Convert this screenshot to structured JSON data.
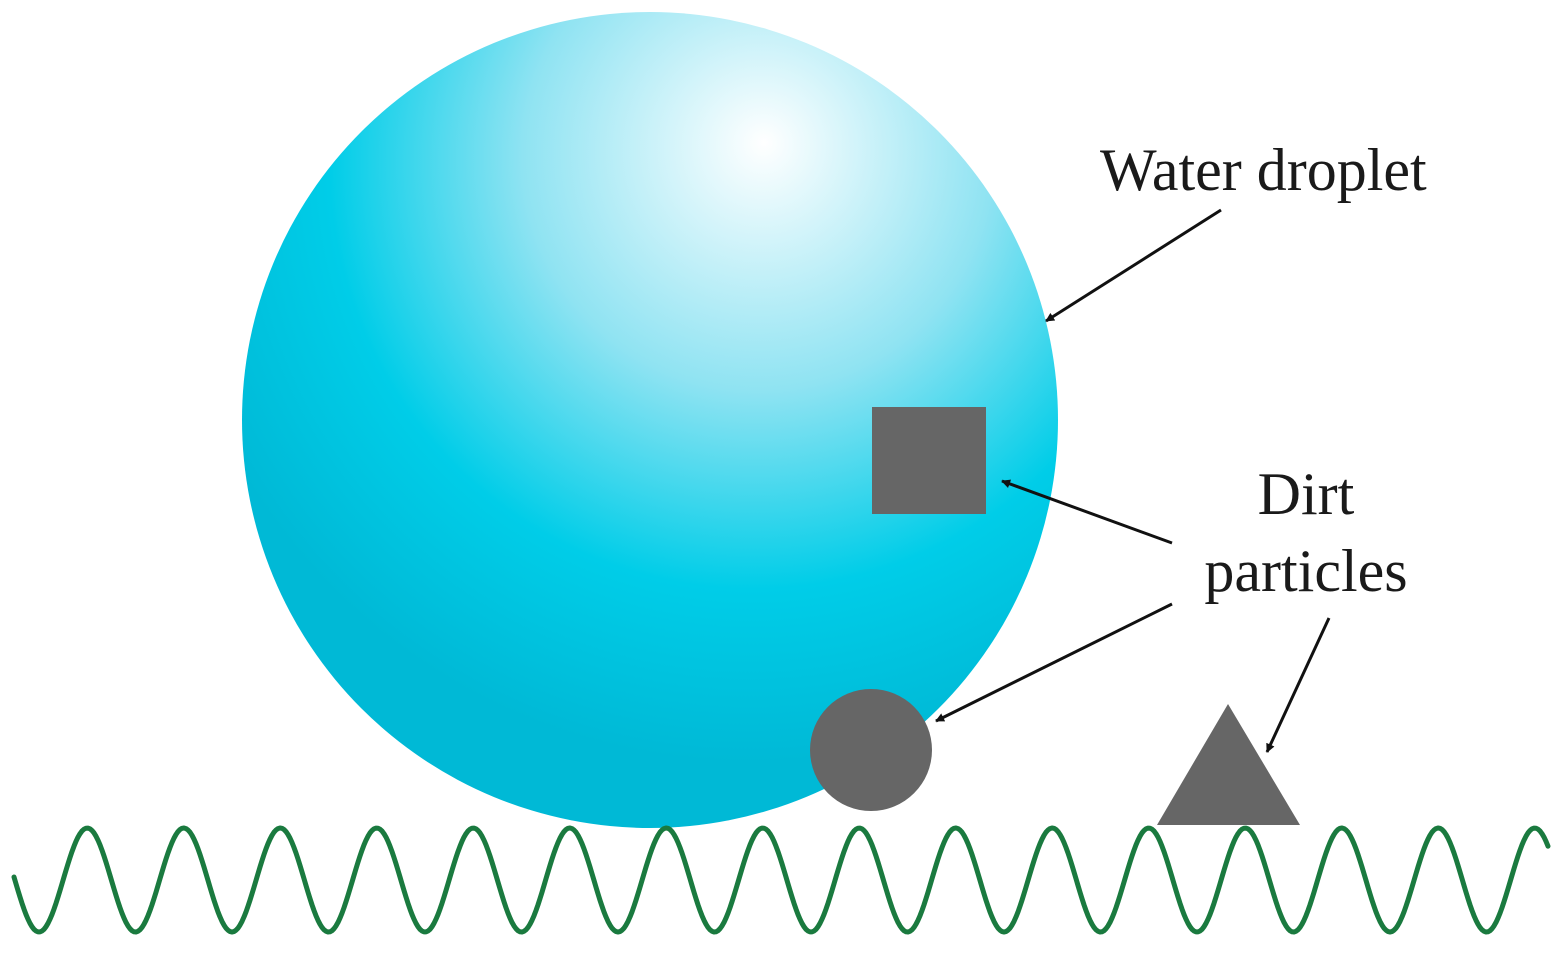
{
  "labels": {
    "water_droplet": "Water droplet",
    "dirt_line1": "Dirt",
    "dirt_line2": "particles"
  },
  "colors": {
    "droplet_highlight": "#ffffff",
    "droplet_mid": "#8fe3f2",
    "droplet_base": "#00cde8",
    "droplet_edge": "#00b9d6",
    "dirt": "#666666",
    "surface": "#1a7a3f",
    "arrow": "#111111",
    "text": "#1a1a1a"
  },
  "icons": {
    "droplet": "water-droplet-sphere",
    "square_particle": "square-dirt-particle",
    "circle_particle": "circle-dirt-particle",
    "triangle_particle": "triangle-dirt-particle",
    "surface": "wavy-rough-surface"
  }
}
